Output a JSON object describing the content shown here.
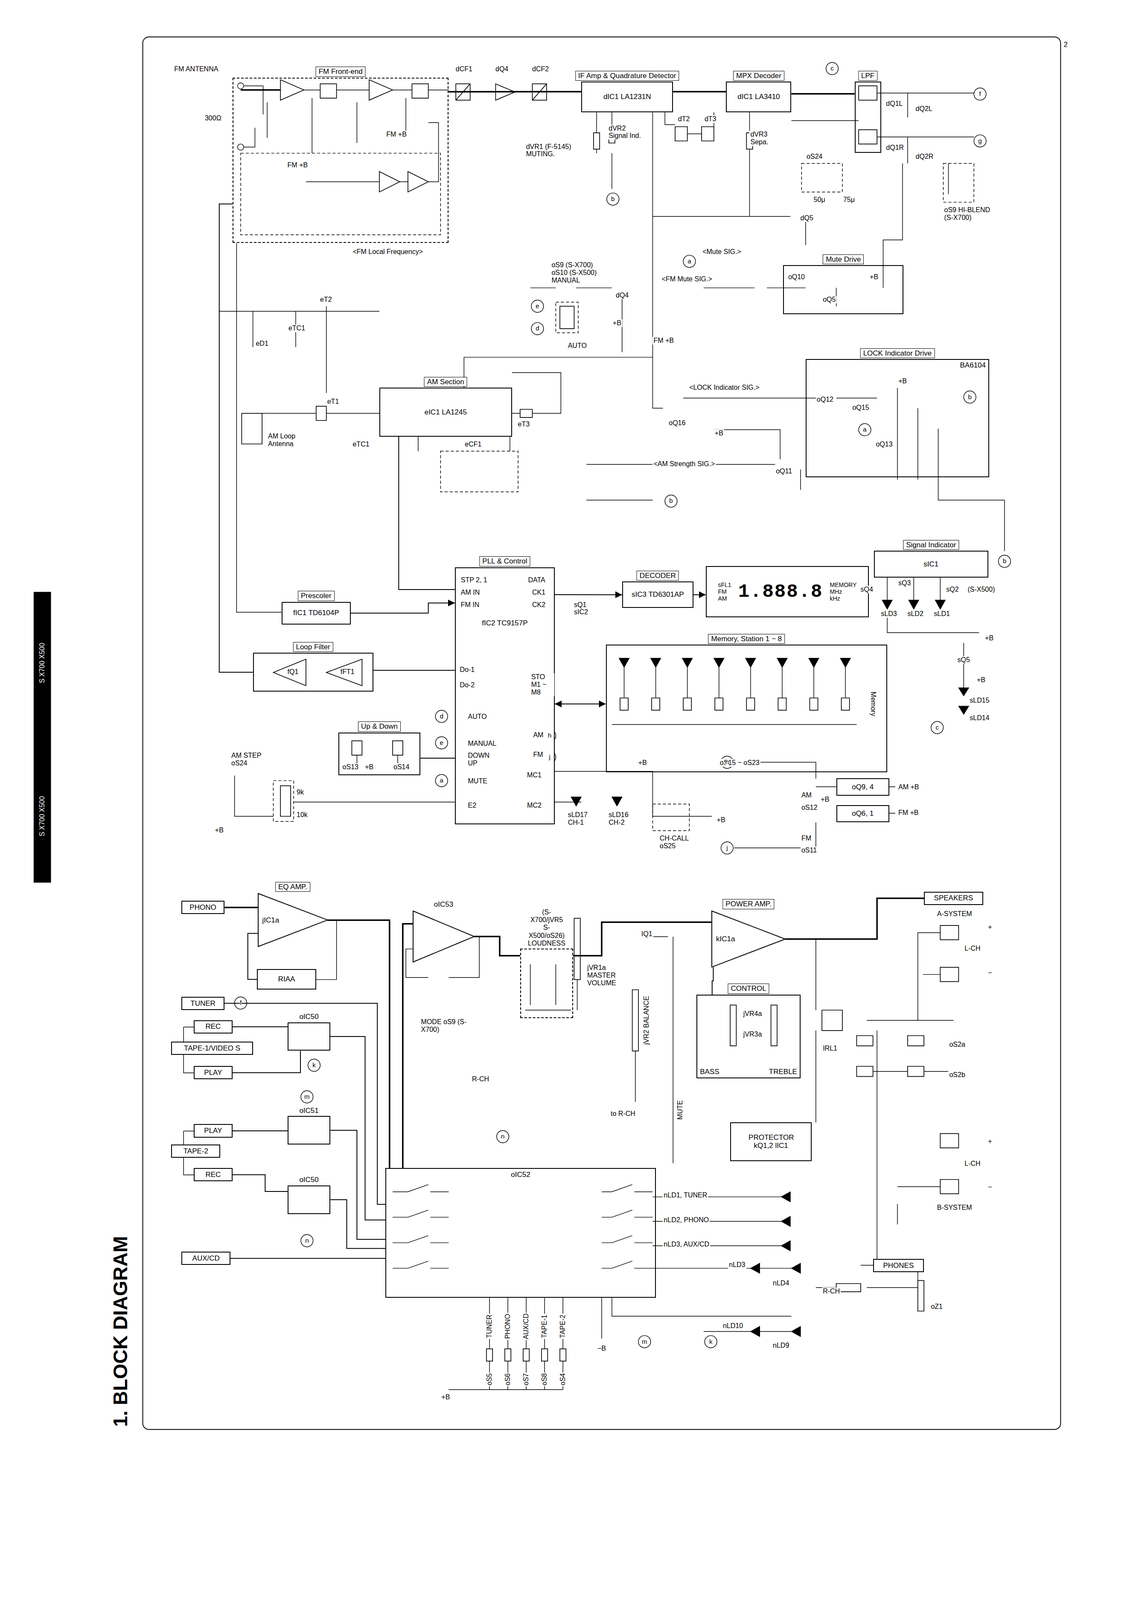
{
  "diagram": {
    "title": "1. BLOCK DIAGRAM",
    "nodes": [
      {
        "text": [
          "FM Front-end"
        ]
      },
      {
        "text": [
          "IF Amp & Quadrature Detector",
          "dIC1 LA1231N"
        ]
      },
      {
        "text": [
          "MPX Decoder",
          "dIC1 LA3410"
        ]
      },
      {
        "text": [
          "LPF"
        ]
      },
      {
        "text": [
          "AM Section",
          "eIC1 LA1245"
        ]
      },
      {
        "text": [
          "Mute Drive"
        ]
      },
      {
        "text": [
          "LOCK Indicator Drive",
          "BA6104"
        ]
      },
      {
        "text": [
          "PLL & Control",
          "fIC2 TC9157P"
        ]
      },
      {
        "text": [
          "DECODER",
          "sIC3 TD6301AP"
        ]
      },
      {
        "text": [
          "sFL1",
          "FM",
          "AM",
          "1.888.8",
          "MEMORY",
          "MHz",
          "kHz"
        ]
      },
      {
        "text": [
          "Signal Indicator",
          "sIC1"
        ]
      },
      {
        "text": [
          "Prescoler",
          "fIC1 TD6104P"
        ]
      },
      {
        "text": [
          "Loop Filter"
        ]
      },
      {
        "text": [
          "Up & Down"
        ]
      },
      {
        "text": [
          "Memory, Station 1 ~ 8"
        ]
      },
      {
        "text": [
          "oQ9, 4"
        ]
      },
      {
        "text": [
          "oQ6, 1"
        ]
      },
      {
        "text": [
          "PHONO"
        ]
      },
      {
        "text": [
          "EQ AMP.",
          "jIC1a"
        ]
      },
      {
        "text": [
          "RIAA"
        ]
      },
      {
        "text": [
          "TUNER"
        ]
      },
      {
        "text": [
          "REC"
        ]
      },
      {
        "text": [
          "TAPE-1/VIDEO S"
        ]
      },
      {
        "text": [
          "PLAY"
        ]
      },
      {
        "text": [
          "PLAY"
        ]
      },
      {
        "text": [
          "TAPE-2"
        ]
      },
      {
        "text": [
          "REC"
        ]
      },
      {
        "text": [
          "AUX/CD"
        ]
      },
      {
        "text": [
          "oIC50"
        ]
      },
      {
        "text": [
          "oIC51"
        ]
      },
      {
        "text": [
          "oIC50"
        ]
      },
      {
        "text": [
          "oIC53"
        ]
      },
      {
        "text": [
          "(S-X700/jVR5 S-X500/oS26) LOUDNESS"
        ]
      },
      {
        "text": [
          "POWER AMP.",
          "kIC1a"
        ]
      },
      {
        "text": [
          "CONTROL",
          "BASS",
          "TREBLE"
        ]
      },
      {
        "text": [
          "PROTECTOR kQ1,2 lIC1"
        ]
      },
      {
        "text": [
          "SPEAKERS"
        ]
      },
      {
        "text": [
          "oIC52"
        ]
      },
      {
        "text": [
          "PHONES"
        ]
      }
    ],
    "edges": [
      {
        "from": 0,
        "to": 1,
        "arrow": "none"
      },
      {
        "from": 1,
        "to": 2,
        "arrow": "none"
      },
      {
        "from": 2,
        "to": 3,
        "arrow": "none"
      },
      {
        "from": 4,
        "to": 7,
        "arrow": "none"
      },
      {
        "from": 11,
        "to": 7,
        "arrow": "to"
      },
      {
        "from": 7,
        "to": 12,
        "arrow": "none"
      },
      {
        "from": 12,
        "to": 0,
        "arrow": "none"
      },
      {
        "from": 7,
        "to": 8,
        "arrow": "to"
      },
      {
        "from": 8,
        "to": 9,
        "arrow": "to"
      },
      {
        "from": 7,
        "to": 14,
        "arrow": "both"
      },
      {
        "from": 13,
        "to": 7,
        "arrow": "none"
      },
      {
        "from": 17,
        "to": 18,
        "arrow": "none"
      },
      {
        "from": 18,
        "to": 37,
        "arrow": "none"
      },
      {
        "from": 20,
        "to": 37,
        "arrow": "none"
      },
      {
        "from": 27,
        "to": 37,
        "arrow": "none"
      },
      {
        "from": 21,
        "to": 28,
        "arrow": "none"
      },
      {
        "from": 23,
        "to": 28,
        "arrow": "none"
      },
      {
        "from": 24,
        "to": 29,
        "arrow": "none"
      },
      {
        "from": 26,
        "to": 30,
        "arrow": "none"
      },
      {
        "from": 28,
        "to": 37,
        "arrow": "none"
      },
      {
        "from": 29,
        "to": 37,
        "arrow": "none"
      },
      {
        "from": 30,
        "to": 37,
        "arrow": "none"
      },
      {
        "from": 37,
        "to": 31,
        "arrow": "none"
      },
      {
        "from": 31,
        "to": 32,
        "arrow": "none"
      },
      {
        "from": 32,
        "to": 33,
        "arrow": "none"
      },
      {
        "from": 33,
        "to": 36,
        "arrow": "none"
      },
      {
        "from": 34,
        "to": 33,
        "arrow": "none"
      },
      {
        "from": 19,
        "to": 18,
        "arrow": "none"
      }
    ],
    "labels": [
      "2",
      "FM ANTENNA",
      "300Ω",
      "FM +B",
      "FM +B",
      "dCF1",
      "dQ4",
      "dCF2",
      "<FM Local Frequency>",
      "dVR1 (F-5145) MUTING.",
      "dVR2 Signal Ind.",
      "dT2",
      "dT3",
      "dVR3 Sepa.",
      "c",
      "dQ1L",
      "dQ1R",
      "dQ2L",
      "dQ2R",
      "f",
      "g",
      "oS24",
      "50μ",
      "75μ",
      "oS9 HI-BLEND (S-X700)",
      "b",
      "dQ5",
      "<Mute SIG.>",
      "a",
      "<FM Mute SIG.>",
      "oQ10",
      "oQ5",
      "+B",
      "oS9 (S-X700) oS10 (S-X500) MANUAL",
      "e",
      "d",
      "AUTO",
      "dQ4",
      "+B",
      "FM +B",
      "<LOCK Indicator SIG.>",
      "oQ12",
      "oQ15",
      "+B",
      "b",
      "a",
      "oQ13",
      "oQ16",
      "+B",
      "<AM Strength SIG.>",
      "oQ11",
      "b",
      "eD1",
      "eTC1",
      "eT2",
      "eT1",
      "eTC1",
      "AM Loop Antenna",
      "eT3",
      "eCF1",
      "STP 2, 1",
      "AM IN",
      "FM IN",
      "DATA",
      "CK1",
      "CK2",
      "Do-1",
      "Do-2",
      "STO M1 ~ M8",
      "AUTO",
      "MANUAL",
      "DOWN UP",
      "MUTE",
      "E2",
      "AM",
      "FM",
      "MC1",
      "MC2",
      "sQ1 sIC2",
      "fQ1",
      "fFT1",
      "d",
      "e",
      "a",
      "AM STEP oS24",
      "9k",
      "10k",
      "+B",
      "oS13",
      "+B",
      "oS14",
      "h",
      "j",
      "oS15 ~ oS23",
      "+B",
      "Memory",
      "sQ4",
      "sQ3",
      "sQ2",
      "(S-X500)",
      "sLD3",
      "sLD2",
      "sLD1",
      "+B",
      "sQ5",
      "+B",
      "sLD15",
      "sLD14",
      "c",
      "b",
      "h",
      "AM",
      "oS12",
      "+B",
      "AM +B",
      "FM +B",
      "FM",
      "oS11",
      "j",
      "sLD17 CH-1",
      "sLD16 CH-2",
      "CH-CALL oS25",
      "+B",
      "f",
      "MODE oS9 (S-X700)",
      "R-CH",
      "jVR1a MASTER VOLUME",
      "IQ1",
      "jVR2 BALANCE",
      "to R-CH",
      "MUTE",
      "jVR4a",
      "jVR3a",
      "IRL1",
      "A-SYSTEM",
      "+",
      "L-CH",
      "−",
      "oS2a",
      "oS2b",
      "+",
      "L-CH",
      "−",
      "B-SYSTEM",
      "R-CH",
      "oZ1",
      "k",
      "m",
      "n",
      "n",
      "nLD1, TUNER",
      "nLD2, PHONO",
      "nLD3, AUX/CD",
      "nLD3",
      "nLD4",
      "nLD10",
      "nLD9",
      "m",
      "k",
      "TUNER",
      "PHONO",
      "AUX/CD",
      "TAPE-1",
      "TAPE-2",
      "oS5",
      "oS6",
      "oS7",
      "oS8",
      "oS4",
      "+B",
      "−B",
      "S X700 X500",
      "S X700 X500"
    ]
  }
}
